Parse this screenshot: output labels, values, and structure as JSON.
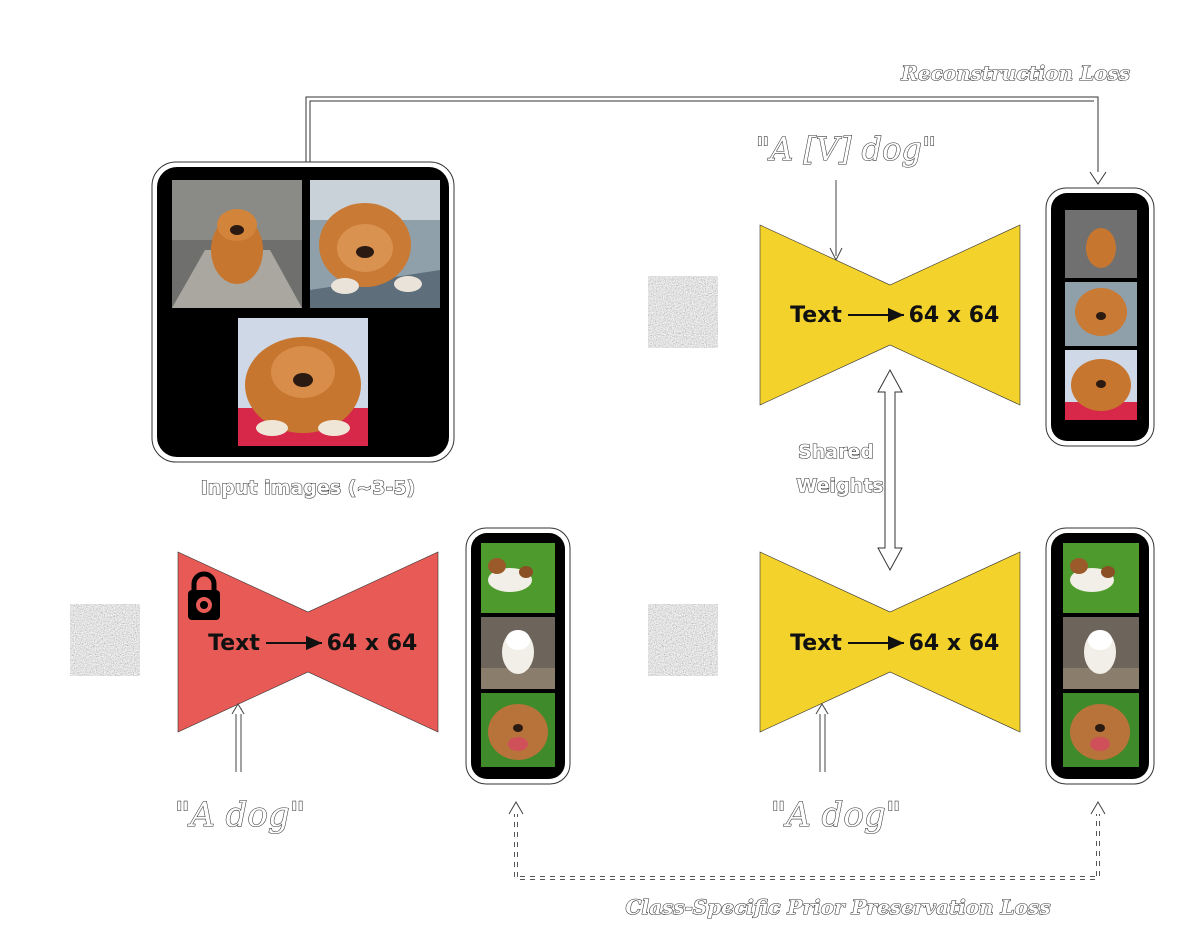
{
  "labels": {
    "reconstruction_loss": "Reconstruction Loss",
    "prior_loss": "Class-Specific Prior Preservation Loss",
    "input_images": "Input images (~3-5)",
    "shared_weights_1": "Shared",
    "shared_weights_2": "Weights",
    "prompt_unique": "\"A [V] dog\"",
    "prompt_frozen": "\"A dog\"",
    "prompt_class": "\"A dog\""
  },
  "networks": {
    "frozen": {
      "input": "Text",
      "output": "64 x 64",
      "color": "#e85a55"
    },
    "top": {
      "input": "Text",
      "output": "64 x 64",
      "color": "#f4d22c"
    },
    "bottom": {
      "input": "Text",
      "output": "64 x 64",
      "color": "#f4d22c"
    }
  },
  "icons": {
    "lock": "lock-icon"
  },
  "colors": {
    "panel": "#000000",
    "chow_fur": "#c7762f",
    "red_ground": "#d8284a",
    "grass": "#4f9a2c"
  }
}
